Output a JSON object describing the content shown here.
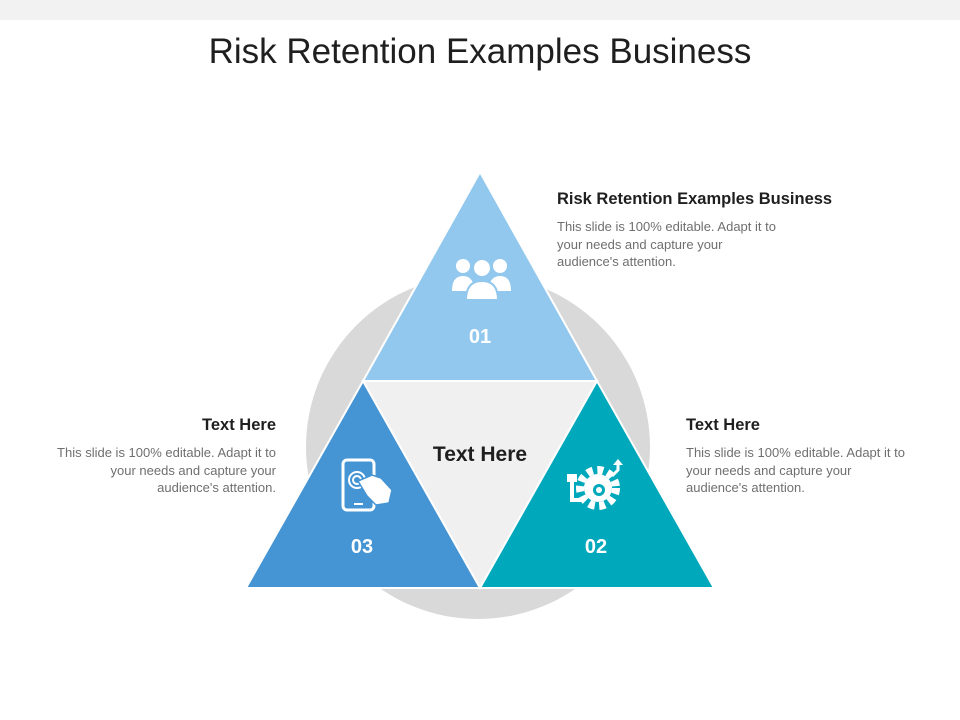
{
  "title": "Risk Retention Examples Business",
  "center": {
    "label": "Text Here"
  },
  "segments": [
    {
      "id": "top",
      "number": "01",
      "icon": "people-group-icon",
      "color": "#92c8ee"
    },
    {
      "id": "right",
      "number": "02",
      "icon": "gear-process-icon",
      "color": "#00a8bb"
    },
    {
      "id": "left",
      "number": "03",
      "icon": "touchscreen-phone-icon",
      "color": "#4594d3"
    }
  ],
  "callouts": {
    "top": {
      "heading": "Risk Retention Examples Business",
      "body": "This slide is 100% editable. Adapt it to your needs and capture your audience's attention."
    },
    "left": {
      "heading": "Text Here",
      "body": "This slide is 100% editable. Adapt it to your needs and capture your audience's attention."
    },
    "right": {
      "heading": "Text Here",
      "body": "This slide is 100% editable. Adapt it to your needs and capture your audience's attention."
    }
  },
  "colors": {
    "ring": "#d9d9d9",
    "center_fill": "#f0f0f0",
    "icon": "#ffffff"
  }
}
